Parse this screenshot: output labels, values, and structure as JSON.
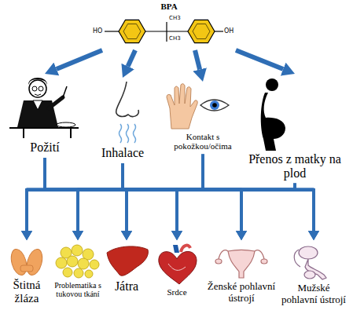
{
  "diagram": {
    "nodes": [
      {
        "text": [
          "BPA"
        ]
      },
      {
        "text": [
          "Požití"
        ]
      },
      {
        "text": [
          "Inhalace"
        ]
      },
      {
        "text": [
          "Kontakt s pokožkou/očima"
        ]
      },
      {
        "text": [
          "Přenos z matky na plod"
        ]
      },
      {
        "text": [
          "Štitná žláza"
        ]
      },
      {
        "text": [
          "Problematika s tukovou tkání"
        ]
      },
      {
        "text": [
          "Játra"
        ]
      },
      {
        "text": [
          "Srdce"
        ]
      },
      {
        "text": [
          "Ženské pohlavní ústrojí"
        ]
      },
      {
        "text": [
          "Mužské pohlavní ústrojí"
        ]
      }
    ],
    "edges": [
      {
        "from": 0,
        "to": 1,
        "arrow": "to"
      },
      {
        "from": 0,
        "to": 2,
        "arrow": "to"
      },
      {
        "from": 0,
        "to": 3,
        "arrow": "to"
      },
      {
        "from": 0,
        "to": 4,
        "arrow": "to"
      },
      {
        "from": 1,
        "to": 5,
        "arrow": "to"
      },
      {
        "from": 1,
        "to": 6,
        "arrow": "to"
      },
      {
        "from": 1,
        "to": 7,
        "arrow": "to"
      },
      {
        "from": 1,
        "to": 8,
        "arrow": "to"
      },
      {
        "from": 1,
        "to": 9,
        "arrow": "to"
      },
      {
        "from": 1,
        "to": 10,
        "arrow": "to"
      },
      {
        "from": 2,
        "to": 5,
        "arrow": "to"
      },
      {
        "from": 2,
        "to": 6,
        "arrow": "to"
      },
      {
        "from": 2,
        "to": 7,
        "arrow": "to"
      },
      {
        "from": 2,
        "to": 8,
        "arrow": "to"
      },
      {
        "from": 2,
        "to": 9,
        "arrow": "to"
      },
      {
        "from": 2,
        "to": 10,
        "arrow": "to"
      },
      {
        "from": 3,
        "to": 5,
        "arrow": "to"
      },
      {
        "from": 3,
        "to": 6,
        "arrow": "to"
      },
      {
        "from": 3,
        "to": 7,
        "arrow": "to"
      },
      {
        "from": 3,
        "to": 8,
        "arrow": "to"
      },
      {
        "from": 3,
        "to": 9,
        "arrow": "to"
      },
      {
        "from": 3,
        "to": 10,
        "arrow": "to"
      },
      {
        "from": 4,
        "to": 5,
        "arrow": "to"
      },
      {
        "from": 4,
        "to": 6,
        "arrow": "to"
      },
      {
        "from": 4,
        "to": 7,
        "arrow": "to"
      },
      {
        "from": 4,
        "to": 8,
        "arrow": "to"
      },
      {
        "from": 4,
        "to": 9,
        "arrow": "to"
      },
      {
        "from": 4,
        "to": 10,
        "arrow": "to"
      }
    ],
    "labels": [
      "HO",
      "OH",
      "CH3",
      "CH3"
    ]
  }
}
